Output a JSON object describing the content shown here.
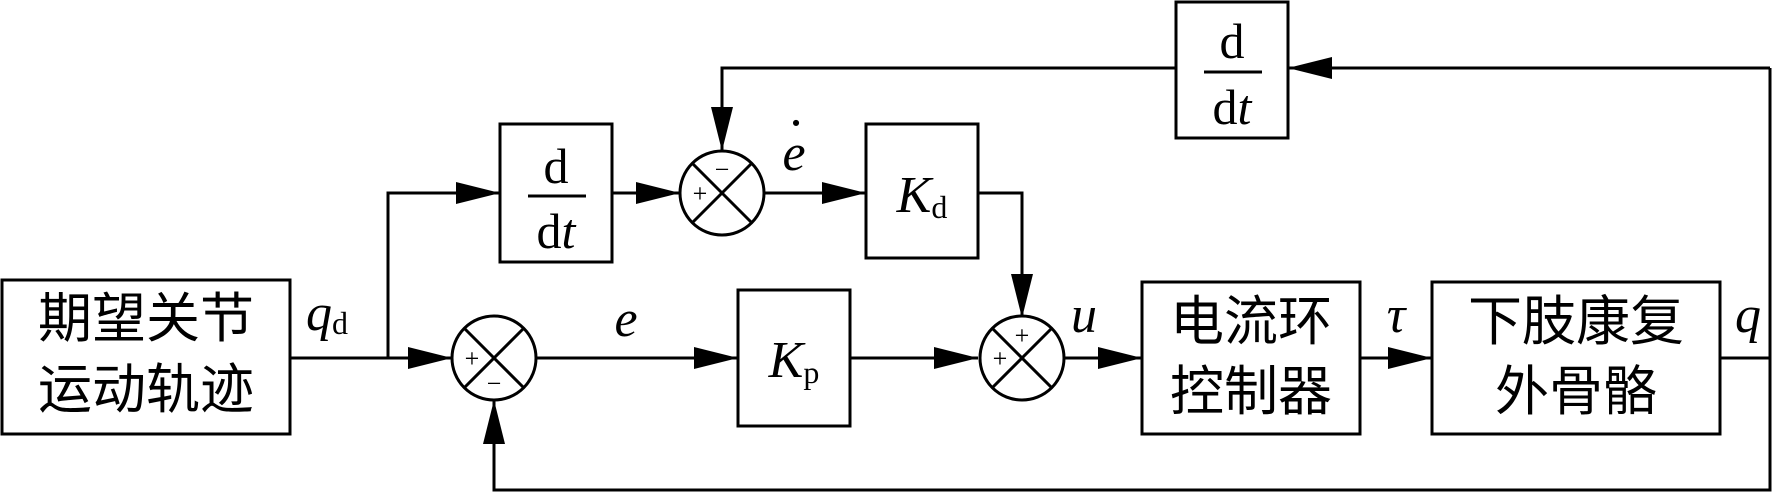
{
  "blocks": {
    "desired_trajectory": {
      "line1": "期望关节",
      "line2": "运动轨迹"
    },
    "derivative": {
      "numerator": "d",
      "denominator_d": "d",
      "denominator_t": "t"
    },
    "feedback_derivative": {
      "numerator": "d",
      "denominator_d": "d",
      "denominator_t": "t"
    },
    "kd": {
      "symbol": "K",
      "subscript": "d"
    },
    "kp": {
      "symbol": "K",
      "subscript": "p"
    },
    "current_loop": {
      "line1": "电流环",
      "line2": "控制器"
    },
    "exoskeleton": {
      "line1": "下肢康复",
      "line2": "外骨骼"
    }
  },
  "signals": {
    "qd": {
      "symbol": "q",
      "subscript": "d"
    },
    "e": "e",
    "e_dot": "e",
    "e_dot_mark": "·",
    "u": "u",
    "tau": "τ",
    "q": "q"
  },
  "sum_signs": {
    "sum1_plus": "+",
    "sum1_minus": "−",
    "sum2_plus": "+",
    "sum2_minus": "−",
    "sum3_plus_top": "+",
    "sum3_plus_left": "+"
  }
}
